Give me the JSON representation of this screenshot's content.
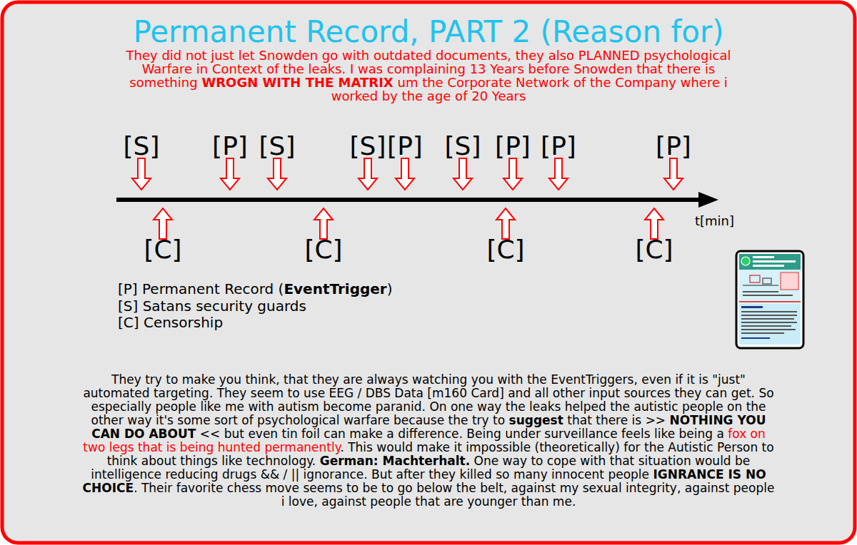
{
  "diagram": {
    "title": "Permanent Record, PART 2 (Reason for)",
    "labels": [
      "They did not just let Snowden go with outdated documents, they also PLANNED psychological Warfare in Context of the leaks. I was complaining 13 Years before Snowden that there is something",
      "WROGN WITH THE MATRIX",
      "um the Corporate Network of the Company where i worked by the age of 20 Years",
      "[S]",
      "[P]",
      "[S]",
      "[S]",
      "[P]",
      "[S]",
      "[P]",
      "[P]",
      "[P]",
      "[C]",
      "[C]",
      "[C]",
      "[C]",
      "t[min]",
      "[P] Permanent Record (",
      "EventTrigger",
      ")",
      "[S] Satans security guards",
      "[C] Censorship",
      "They try to make you think, that they are always watching you with the EventTriggers, even if it is \"just\" automated targeting. They seem to use EEG / DBS Data [m160 Card] and all other input sources they can get. So especially people like me with autism become paranid. On one way the leaks helped the autistic people on the other way it's some sort of psychological warfare because the try to",
      "suggest",
      "that there is",
      ">>",
      "NOTHING YOU CAN DO ABOUT",
      "<< but even tin foil can make a difference. Being under surveillance feels like being a",
      "fox on two legs that is being hunted permanently",
      ". This would make it impossible (theoretically) for the Autistic Person to think about things like technology.",
      "German: Machterhalt.",
      "One way to cope with that situation would be intelligence reducing drugs && / || ignorance. But after they killed so many innocent people",
      "IGNRANCE IS NO CHOICE",
      ". Their favorite chess move seems to be to go below the belt, against my sexual integrity, against people i love, against people that are younger than me."
    ]
  }
}
